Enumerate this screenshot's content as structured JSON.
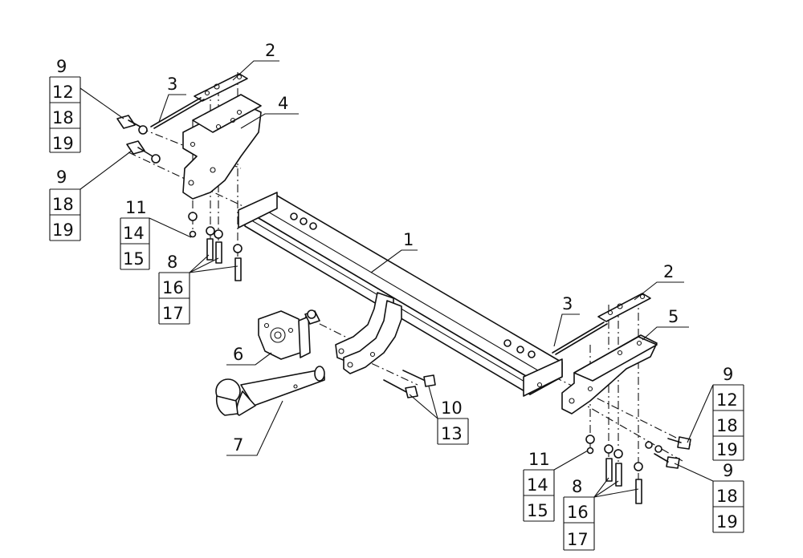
{
  "callouts": {
    "c1": "1",
    "c2a": "2",
    "c2b": "2",
    "c3a": "3",
    "c3b": "3",
    "c4": "4",
    "c5": "5",
    "c6": "6",
    "c7": "7"
  },
  "stacks": {
    "left_top": [
      "9",
      "12",
      "18",
      "19"
    ],
    "left_mid": [
      "9",
      "18",
      "19"
    ],
    "left_nut": [
      "11",
      "14",
      "15"
    ],
    "left_bolt": [
      "8",
      "16",
      "17"
    ],
    "center_bolt": [
      "10",
      "13"
    ],
    "right_top": [
      "9",
      "12",
      "18",
      "19"
    ],
    "right_mid": [
      "9",
      "18",
      "19"
    ],
    "right_nut": [
      "11",
      "14",
      "15"
    ],
    "right_bolt": [
      "8",
      "16",
      "17"
    ]
  }
}
